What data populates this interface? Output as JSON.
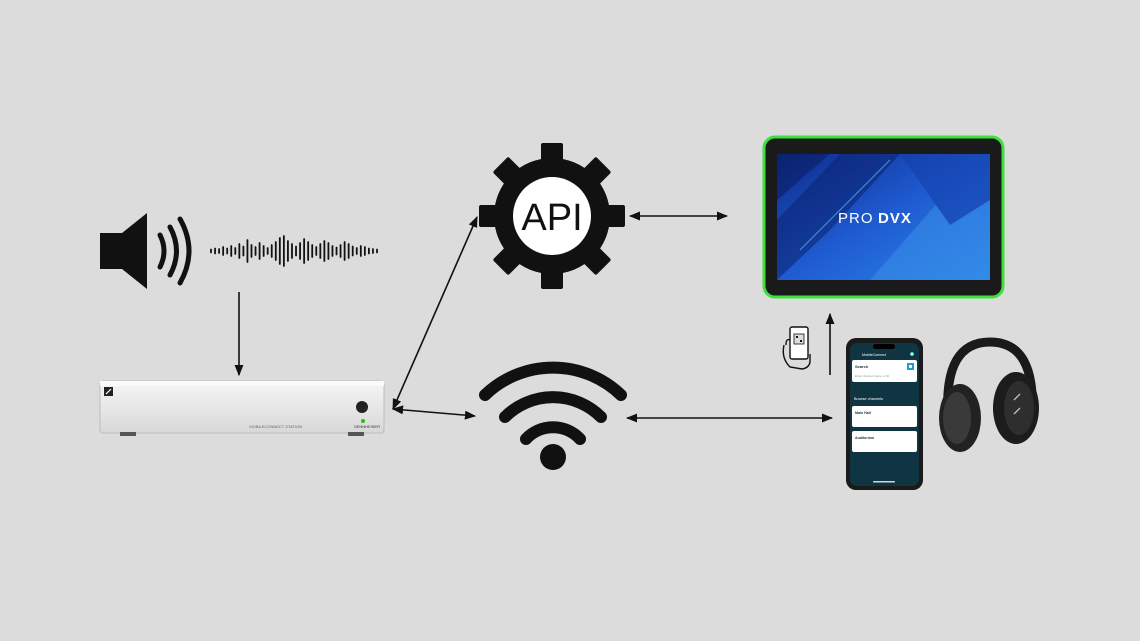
{
  "api_gear": {
    "label": "API"
  },
  "tablet": {
    "brand_pro": "PRO",
    "brand_dvx": "DVX"
  },
  "receiver": {
    "model_text": "MOBILECONNECT STATION",
    "brand_text": "SENNHEISER"
  },
  "phone": {
    "title": "MobileConnect",
    "search_label": "Search",
    "search_placeholder": "Enter channel name or ID",
    "section_label": "Browse channels",
    "channels": [
      {
        "name": "Main Hall",
        "meta": ""
      },
      {
        "name": "Auditorium",
        "meta": ""
      }
    ]
  },
  "colors": {
    "background": "#dcdcdc",
    "icon": "#111111",
    "tablet_glow": "#3de03d",
    "tablet_screen": "#1f5bd1",
    "phone_screen": "#0f3442",
    "receiver_body": "#eeeeee"
  }
}
